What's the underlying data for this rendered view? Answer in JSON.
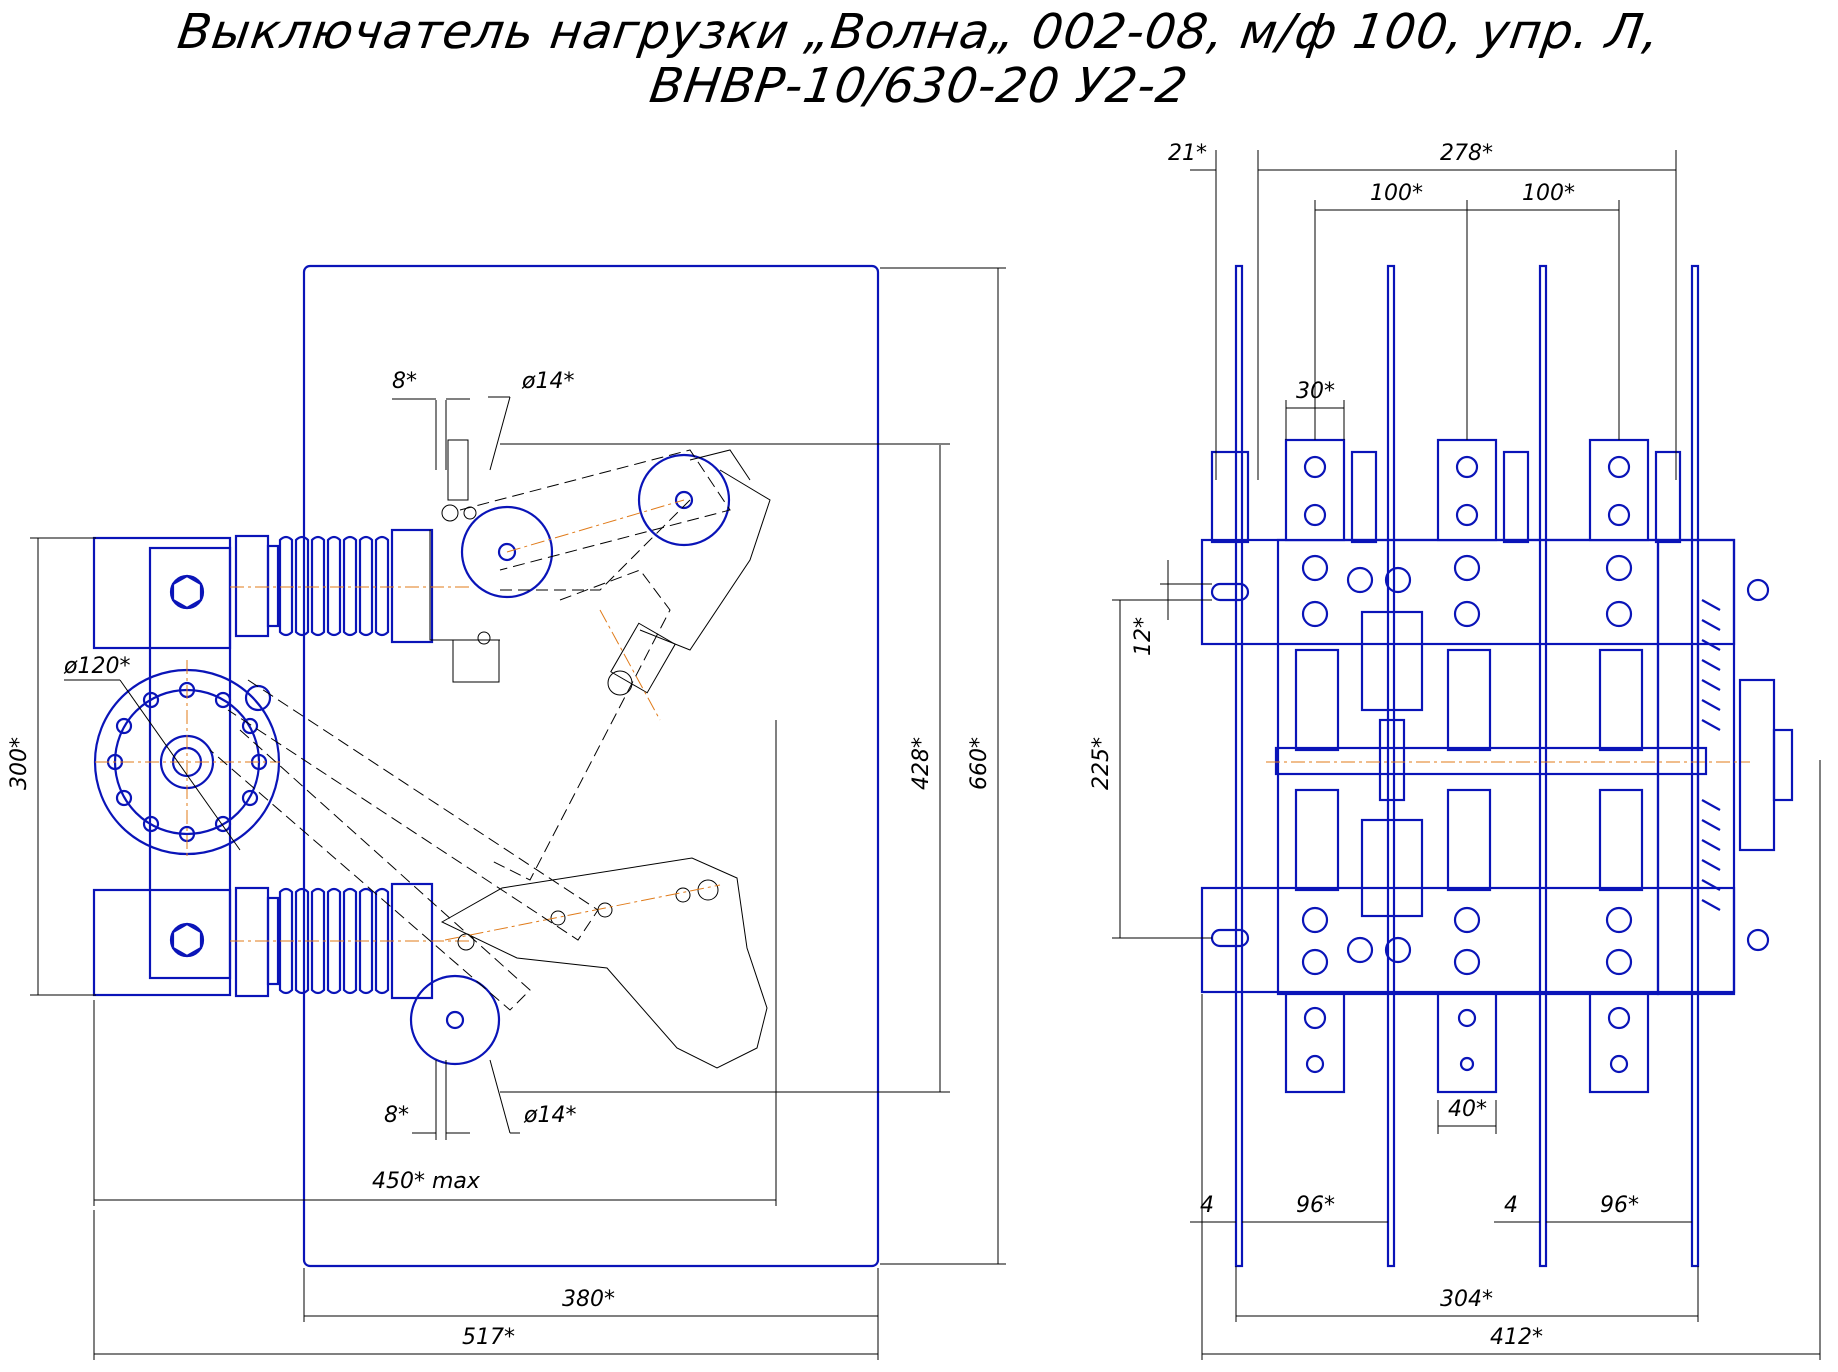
{
  "title": {
    "line1": "Выключатель нагрузки „Волна„ 002-08, м/ф 100, упр. Л,",
    "line2": "ВНВР-10/630-20 У2-2"
  },
  "colors": {
    "outline": "#0a14b8",
    "centerline": "#e07b1a",
    "dimension": "#000000"
  },
  "left_view": {
    "dims": {
      "d8_top": "8*",
      "phi14_top": "ø14*",
      "phi120": "ø120*",
      "h300": "300*",
      "h428": "428*",
      "h660": "660*",
      "d8_bottom": "8*",
      "phi14_bottom": "ø14*",
      "w450": "450* max",
      "w380": "380*",
      "w517": "517*"
    }
  },
  "right_view": {
    "dims": {
      "d21": "21*",
      "d278": "278*",
      "d100a": "100*",
      "d100b": "100*",
      "d30": "30*",
      "d12": "12*",
      "d225": "225*",
      "d40": "40*",
      "d4a": "4",
      "d96a": "96*",
      "d4b": "4",
      "d96b": "96*",
      "d304": "304*",
      "d412": "412*"
    }
  }
}
